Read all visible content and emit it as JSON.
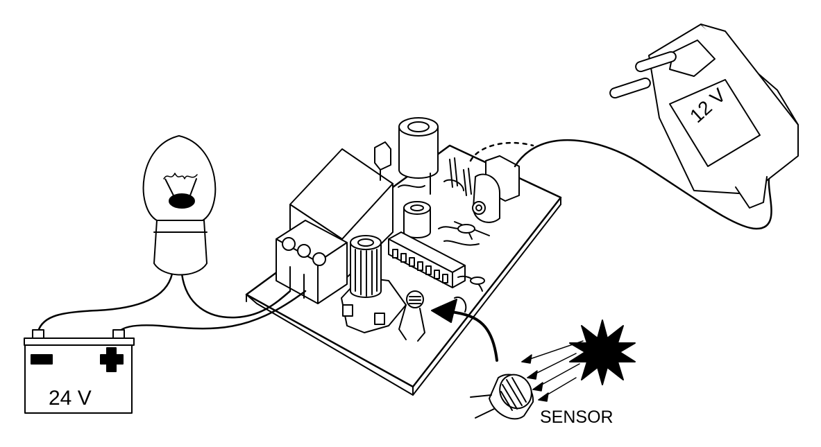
{
  "battery": {
    "voltage_label": "24 V"
  },
  "adapter": {
    "voltage_label": "12 V"
  },
  "sensor": {
    "label": "SENSOR"
  }
}
